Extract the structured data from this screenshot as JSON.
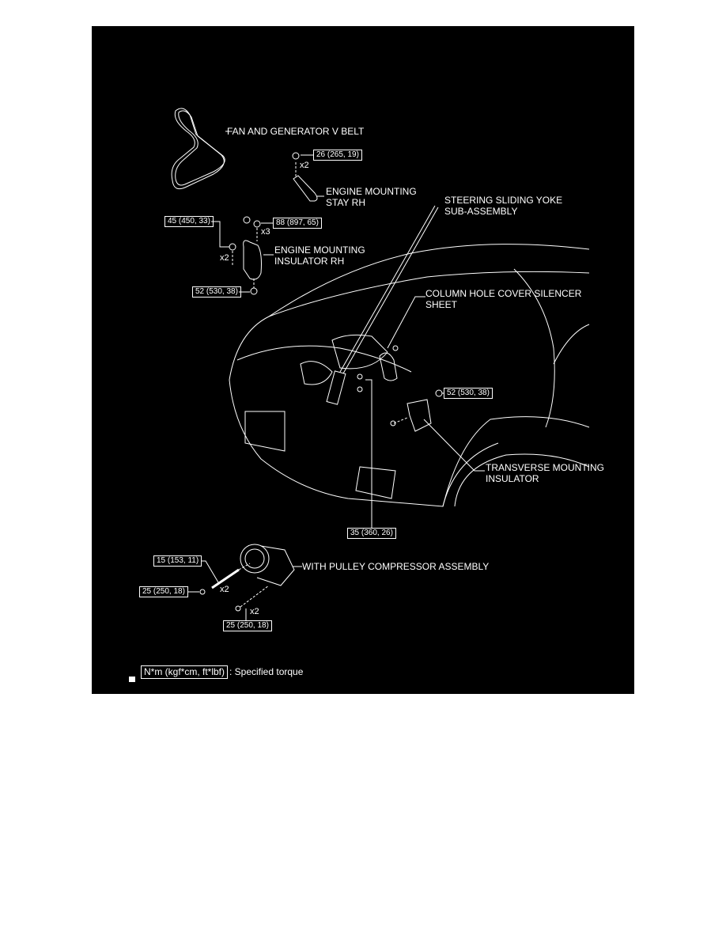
{
  "parts": {
    "fan_belt": "FAN AND GENERATOR V BELT",
    "stay_line1": "ENGINE MOUNTING",
    "stay_line2": "STAY RH",
    "yoke_line1": "STEERING SLIDING YOKE",
    "yoke_line2": "SUB-ASSEMBLY",
    "insulator_rh_line1": "ENGINE MOUNTING",
    "insulator_rh_line2": "INSULATOR RH",
    "silencer_line1": "COLUMN HOLE COVER SILENCER",
    "silencer_line2": "SHEET",
    "transverse_line1": "TRANSVERSE MOUNTING",
    "transverse_line2": "INSULATOR",
    "compressor": "WITH PULLEY COMPRESSOR ASSEMBLY"
  },
  "torques": {
    "stay_bolt": "26 (265, 19)",
    "insulator_bolt_a": "45 (450, 33)",
    "insulator_bolt_b": "88 (897, 65)",
    "insulator_nut": "52 (530, 38)",
    "transverse_nut": "52 (530, 38)",
    "yoke_bolt": "35 (360, 26)",
    "compressor_stud": "15 (153, 11)",
    "compressor_nut": "25 (250, 18)",
    "compressor_bolt": "25 (250, 18)"
  },
  "quantities": {
    "stay_bolt": "x2",
    "insulator_bolt_b": "x3",
    "insulator_bolt_a": "x2",
    "compressor_stud": "x2",
    "compressor_bolt": "x2"
  },
  "legend": {
    "unit": "N*m (kgf*cm, ft*lbf)",
    "description": ": Specified torque"
  },
  "colors": {
    "background": "#000000",
    "linework": "#ffffff",
    "page": "#ffffff"
  }
}
